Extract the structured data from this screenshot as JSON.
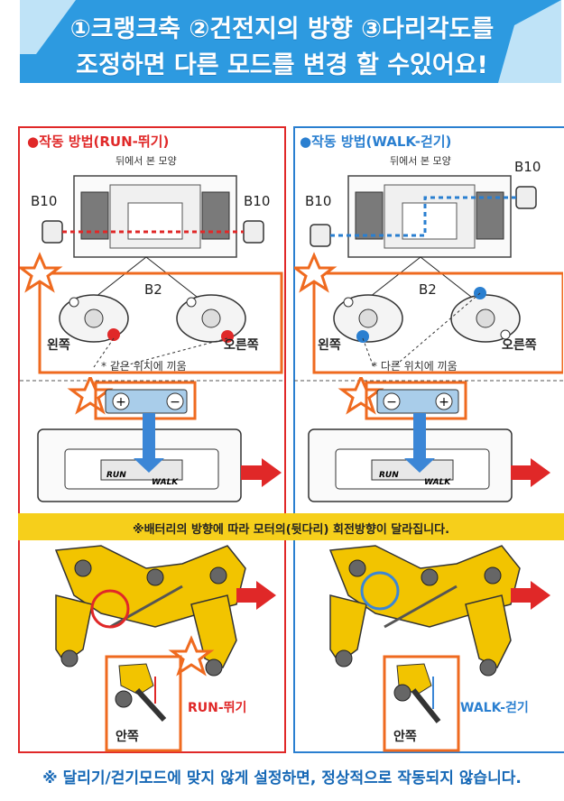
{
  "header": {
    "line1": "①크랭크축 ②건전지의 방향 ③다리각도를",
    "line2": "조정하면 다른 모드를 변경 할 수있어요!"
  },
  "run_panel": {
    "title": "●작동 방법(RUN-뛰기)",
    "rear_view_caption": "뒤에서 본 모양",
    "b10_left": "B10",
    "b10_right": "B10",
    "b2": "B2",
    "left_label": "왼쪽",
    "right_label": "오른쪽",
    "note": "* 같은 위치에 끼움",
    "mode_label": "RUN-뛰기",
    "inner_label": "안쪽",
    "battery_run": "RUN",
    "battery_walk": "WALK"
  },
  "walk_panel": {
    "title": "●작동 방법(WALK-걷기)",
    "rear_view_caption": "뒤에서 본 모양",
    "b10_left": "B10",
    "b10_right": "B10",
    "b2": "B2",
    "left_label": "왼쪽",
    "right_label": "오른쪽",
    "note": "* 다른 위치에 끼움",
    "mode_label": "WALK-걷기",
    "inner_label": "안쪽",
    "battery_run": "RUN",
    "battery_walk": "WALK"
  },
  "battery_notice": "※배터리의 방향에 따라 모터의(뒷다리) 회전방향이 달라집니다.",
  "footer": "※ 달리기/걷기모드에 맞지 않게 설정하면, 정상적으로 작동되지 않습니다.",
  "colors": {
    "header_blue": "#2d9ae0",
    "run_red": "#e02828",
    "walk_blue": "#2a7fd0",
    "orange": "#ef6a1f",
    "notice_yellow": "#f6cf1b",
    "part_yellow": "#f2c400"
  }
}
